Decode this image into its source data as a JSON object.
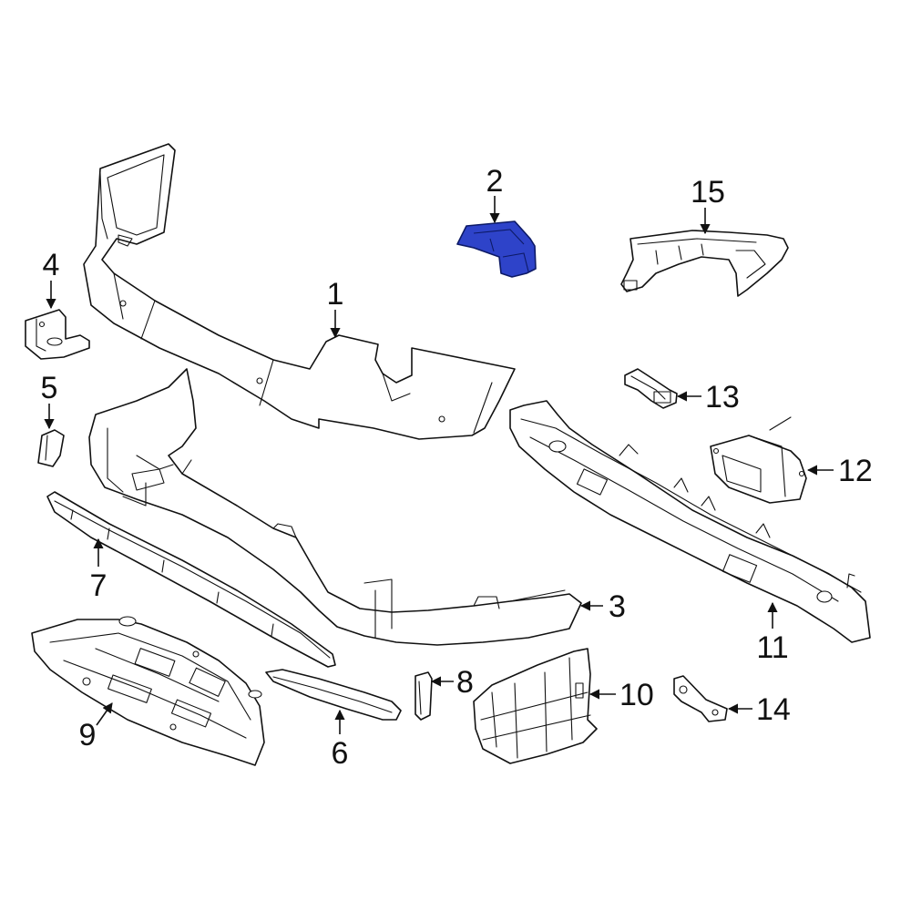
{
  "diagram": {
    "highlight_color": "#2e43c9",
    "line_color": "#111111",
    "callouts": [
      {
        "id": "1",
        "label": "1"
      },
      {
        "id": "2",
        "label": "2"
      },
      {
        "id": "3",
        "label": "3"
      },
      {
        "id": "4",
        "label": "4"
      },
      {
        "id": "5",
        "label": "5"
      },
      {
        "id": "6",
        "label": "6"
      },
      {
        "id": "7",
        "label": "7"
      },
      {
        "id": "8",
        "label": "8"
      },
      {
        "id": "9",
        "label": "9"
      },
      {
        "id": "10",
        "label": "10"
      },
      {
        "id": "11",
        "label": "11"
      },
      {
        "id": "12",
        "label": "12"
      },
      {
        "id": "13",
        "label": "13"
      },
      {
        "id": "14",
        "label": "14"
      },
      {
        "id": "15",
        "label": "15"
      }
    ]
  }
}
